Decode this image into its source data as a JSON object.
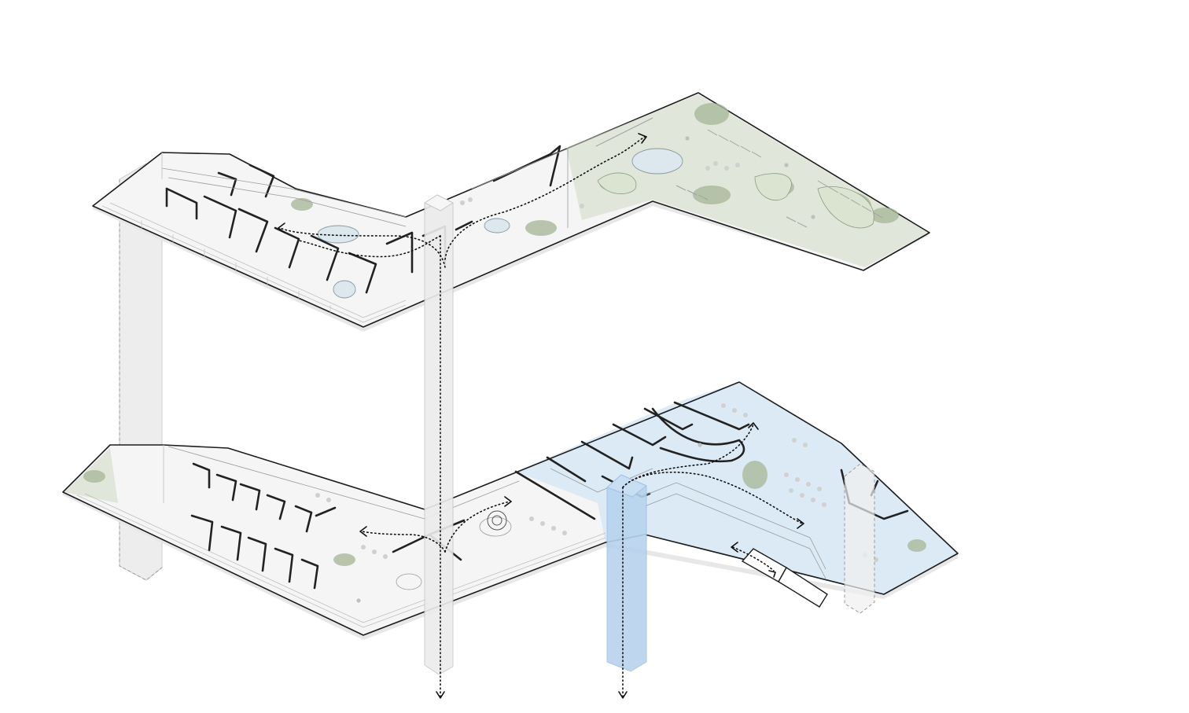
{
  "diagram": {
    "type": "axonometric-floor-plan",
    "levels": [
      {
        "id": "upper-floor",
        "zones": [
          "rooms",
          "garden-terrace",
          "pools"
        ]
      },
      {
        "id": "lower-floor",
        "zones": [
          "rooms",
          "lounge",
          "highlighted-area"
        ]
      }
    ],
    "colors": {
      "slab": "#f4f5f4",
      "outline": "#1c1c1c",
      "garden": "#cfd9c2",
      "pool": "#dce8ee",
      "highlight": "#d7e8f6",
      "highlight_shaft": "#b7d3ee",
      "shaft": "#ececec"
    },
    "vertical_shafts": 4,
    "circulation_arrows": 8
  }
}
